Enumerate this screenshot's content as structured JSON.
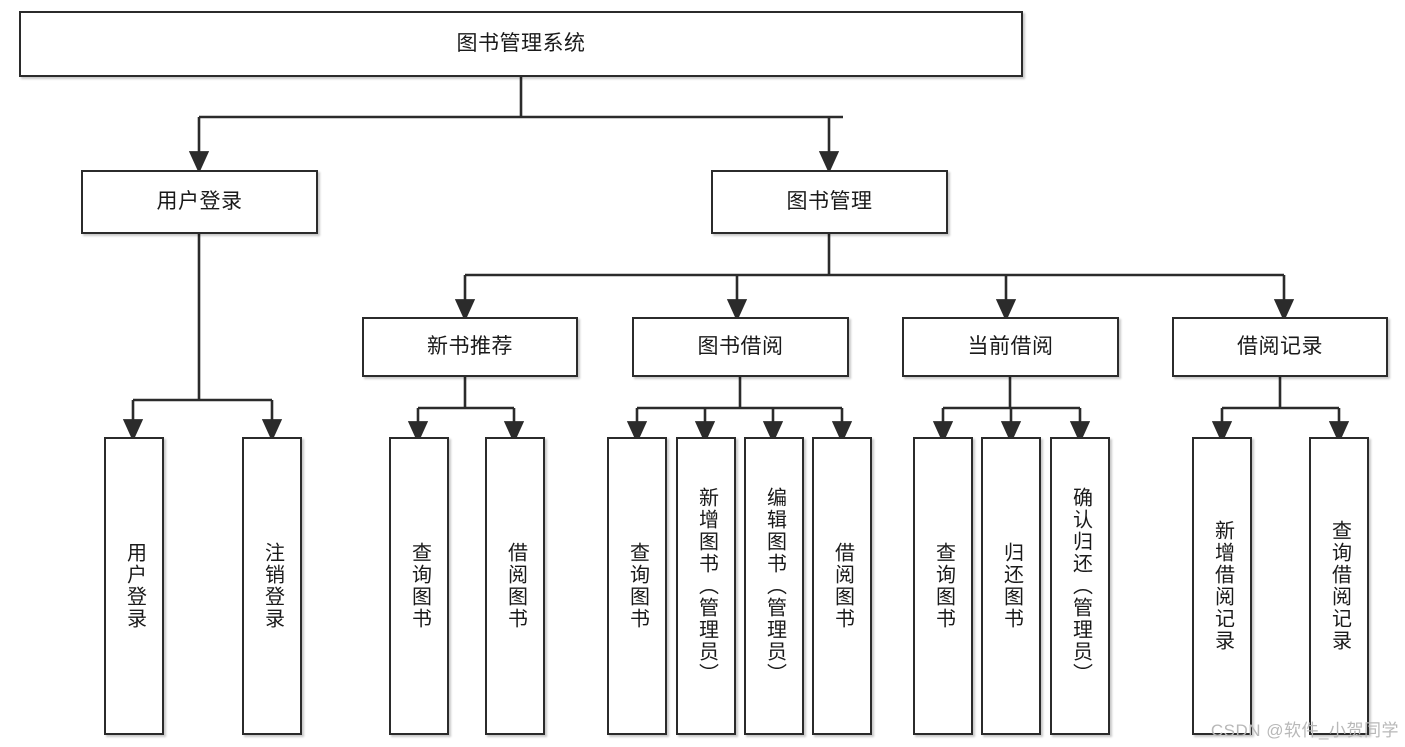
{
  "diagram": {
    "title": "图书管理系统",
    "type": "tree-hierarchy-diagram",
    "colors": {
      "box_border": "#2b2b2b",
      "box_fill": "#ffffff",
      "edge": "#2b2b2b",
      "text": "#1a1a1a",
      "watermark": "#b8b8b8"
    },
    "root": {
      "label": "图书管理系统"
    },
    "level1": [
      {
        "label": "用户登录"
      },
      {
        "label": "图书管理"
      }
    ],
    "level2": [
      {
        "label": "新书推荐"
      },
      {
        "label": "图书借阅"
      },
      {
        "label": "当前借阅"
      },
      {
        "label": "借阅记录"
      }
    ],
    "leaves": {
      "user_login": [
        {
          "label": "用户登录"
        },
        {
          "label": "注销登录"
        }
      ],
      "new_book_recommend": [
        {
          "label": "查询图书"
        },
        {
          "label": "借阅图书"
        }
      ],
      "book_borrow": [
        {
          "label": "查询图书"
        },
        {
          "label": "新增图书（管理员）"
        },
        {
          "label": "编辑图书（管理员）"
        },
        {
          "label": "借阅图书"
        }
      ],
      "current_borrow": [
        {
          "label": "查询图书"
        },
        {
          "label": "归还图书"
        },
        {
          "label": "确认归还（管理员）"
        }
      ],
      "borrow_record": [
        {
          "label": "新增借阅记录"
        },
        {
          "label": "查询借阅记录"
        }
      ]
    }
  },
  "watermark": {
    "text": "CSDN @软件_小贺同学"
  }
}
